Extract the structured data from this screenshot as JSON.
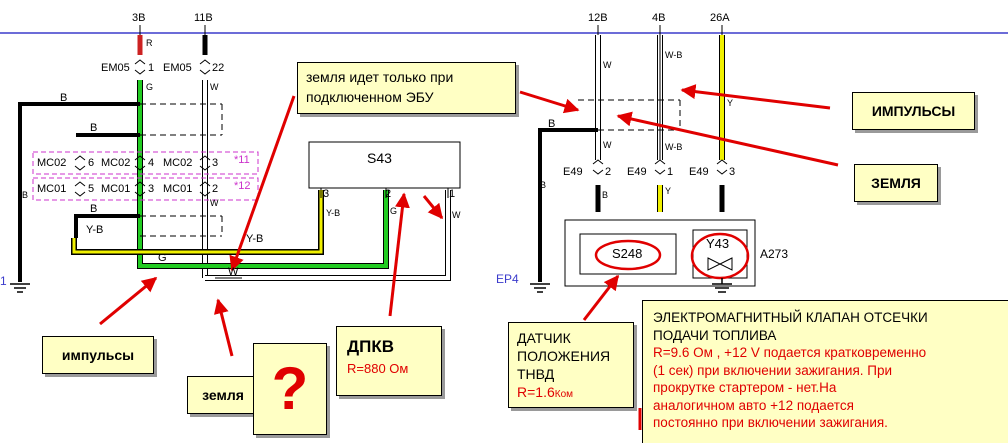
{
  "wires": {
    "top_left": [
      "3B",
      "11B"
    ],
    "top_right": [
      "12B",
      "4B",
      "26A"
    ],
    "colors_left": [
      "R",
      "W",
      "G",
      "W",
      "B"
    ],
    "colors_right": [
      "W",
      "W-B",
      "Y",
      "W",
      "W-B",
      "Y"
    ],
    "colors_misc": [
      "B",
      "B",
      "B",
      "B",
      "Y-B",
      "Y-B",
      "G",
      "W",
      "Y-B",
      "G",
      "W",
      "B",
      "B"
    ]
  },
  "connectors": {
    "em05_1": "EM05",
    "em05_1_pin": "1",
    "em05_2": "EM05",
    "em05_2_pin": "22",
    "mc02_a": "MC02",
    "mc02_a_pin": "6",
    "mc02_b": "MC02",
    "mc02_b_pin": "4",
    "mc02_c": "MC02",
    "mc02_c_pin": "3",
    "mc01_a": "MC01",
    "mc01_a_pin": "5",
    "mc01_b": "MC01",
    "mc01_b_pin": "3",
    "mc01_c": "MC01",
    "mc01_c_pin": "2",
    "note_11": "*11",
    "note_12": "*12",
    "e49_a": "E49",
    "e49_a_pin": "2",
    "e49_b": "E49",
    "e49_b_pin": "1",
    "e49_c": "E49",
    "e49_c_pin": "3"
  },
  "components": {
    "s43": "S43",
    "s43_pins": [
      "3",
      "2",
      "1"
    ],
    "s248": "S248",
    "y43": "Y43",
    "a273": "A273",
    "ep4": "EP4",
    "left_ground": "1"
  },
  "callouts": {
    "ground_ecu_1": "земля идет только при",
    "ground_ecu_2": "подключенном  ЭБУ",
    "pulses_right": "ИМПУЛЬСЫ",
    "ground_right": "ЗЕМЛЯ",
    "pulses_left": "импульсы",
    "ground_left": "земля",
    "question": "?",
    "dpkv_title": "ДПКВ",
    "dpkv_r": "R=880 Ом",
    "sensor_1": "ДАТЧИК",
    "sensor_2": "ПОЛОЖЕНИЯ",
    "sensor_3": "ТНВД",
    "sensor_r": "R=1.6",
    "sensor_unit": "Ком",
    "valve_1": "ЭЛЕКТРОМАГНИТНЫЙ КЛАПАН ОТСЕЧКИ",
    "valve_2": "ПОДАЧИ ТОПЛИВА",
    "valve_3": "R=9.6 Ом , +12 V подается кратковременно",
    "valve_4": "(1 сек) при включении зажигания. При",
    "valve_5": "прокрутке стартером - нет.На",
    "valve_6": "аналогичном авто +12 подается",
    "valve_7": "постоянно при включении зажигания."
  },
  "colors": {
    "frame": "#3b3bcc",
    "green": "#22cc22",
    "yellow": "#f0f000",
    "red_wire": "#cc2222",
    "magenta": "#cc33cc",
    "arrow": "#e00000",
    "callout_bg": "#ffffc4"
  },
  "icons": [
    "ground-symbol-icon",
    "diode-icon",
    "splice-icon",
    "arrow-icon"
  ]
}
